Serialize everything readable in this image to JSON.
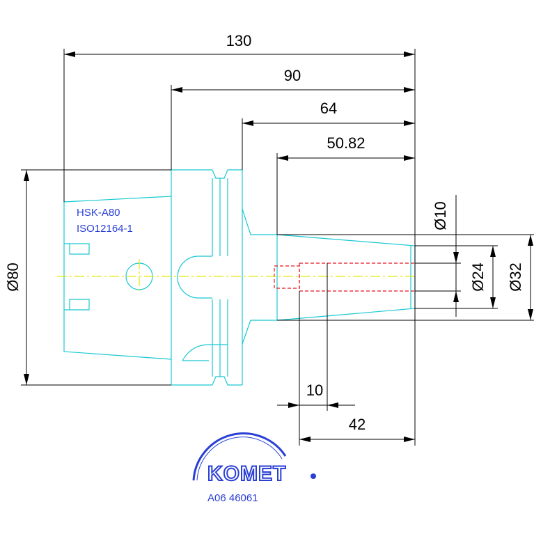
{
  "dimensions": {
    "total_length": "130",
    "length_90": "90",
    "length_64": "64",
    "length_50_82": "50.82",
    "length_10": "10",
    "length_42": "42",
    "dia_80": "Ø80",
    "dia_10": "Ø10",
    "dia_24": "Ø24",
    "dia_32": "Ø32"
  },
  "labels": {
    "interface": "HSK-A80",
    "standard": "ISO12164-1"
  },
  "logo": {
    "brand": "KOMET",
    "part_number": "A06 46061"
  },
  "colors": {
    "outline": "#19c8d2",
    "dimension": "#000000",
    "bore": "#e8141e",
    "centerline": "#e6e60a",
    "brand_blue": "#2a3fd4"
  }
}
